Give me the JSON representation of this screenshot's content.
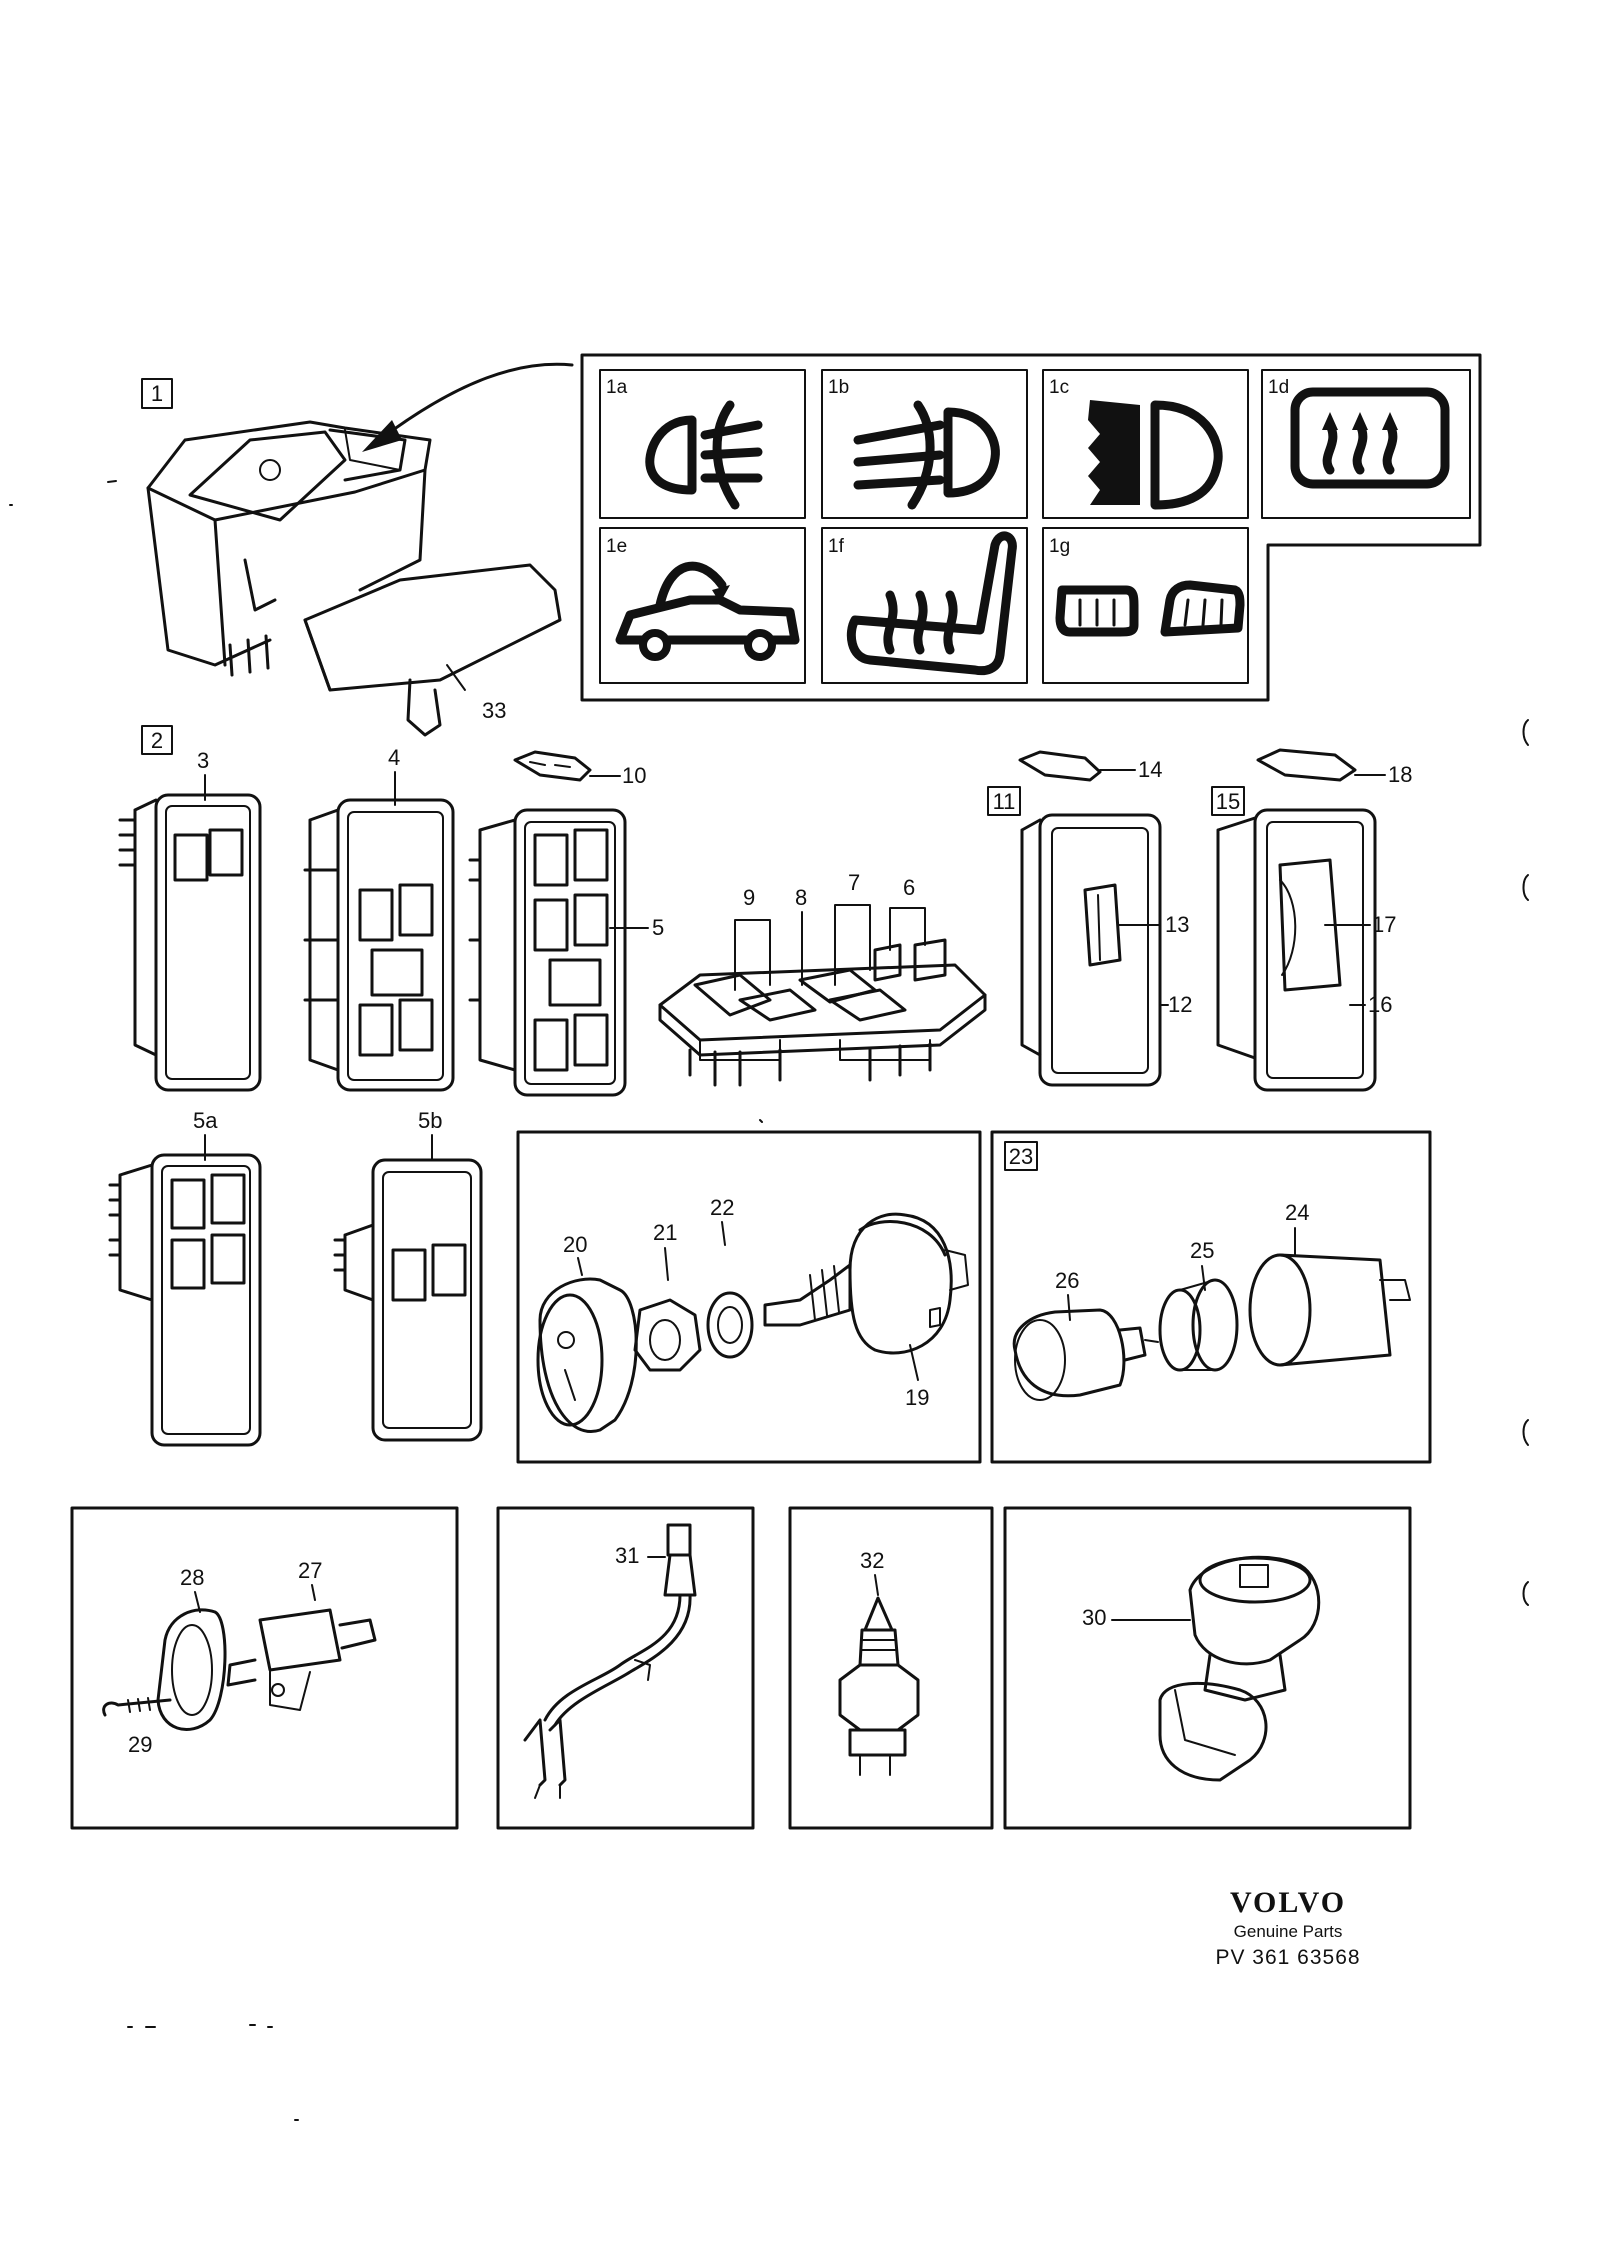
{
  "group_labels": [
    "1",
    "2",
    "11",
    "15",
    "23"
  ],
  "symbol_panel": {
    "cells": [
      {
        "label": "1a",
        "icon": "rear-fog-light-icon"
      },
      {
        "label": "1b",
        "icon": "front-fog-light-icon"
      },
      {
        "label": "1c",
        "icon": "headlight-icon"
      },
      {
        "label": "1d",
        "icon": "rear-window-defrost-icon"
      },
      {
        "label": "1e",
        "icon": "convertible-roof-icon"
      },
      {
        "label": "1f",
        "icon": "seat-heater-icon"
      },
      {
        "label": "1g",
        "icon": "window-defrost-icon"
      }
    ]
  },
  "callouts": {
    "c3": "3",
    "c4": "4",
    "c5": "5",
    "c5a": "5a",
    "c5b": "5b",
    "c6": "6",
    "c7": "7",
    "c8": "8",
    "c9": "9",
    "c10": "10",
    "c12": "12",
    "c13": "13",
    "c14": "14",
    "c16": "16",
    "c17": "17",
    "c18": "18",
    "c19": "19",
    "c20": "20",
    "c21": "21",
    "c22": "22",
    "c24": "24",
    "c25": "25",
    "c26": "26",
    "c27": "27",
    "c28": "28",
    "c29": "29",
    "c30": "30",
    "c31": "31",
    "c32": "32",
    "c33": "33"
  },
  "branding": {
    "name": "VOLVO",
    "subtitle": "Genuine Parts",
    "part_number": "PV 361 63568"
  }
}
